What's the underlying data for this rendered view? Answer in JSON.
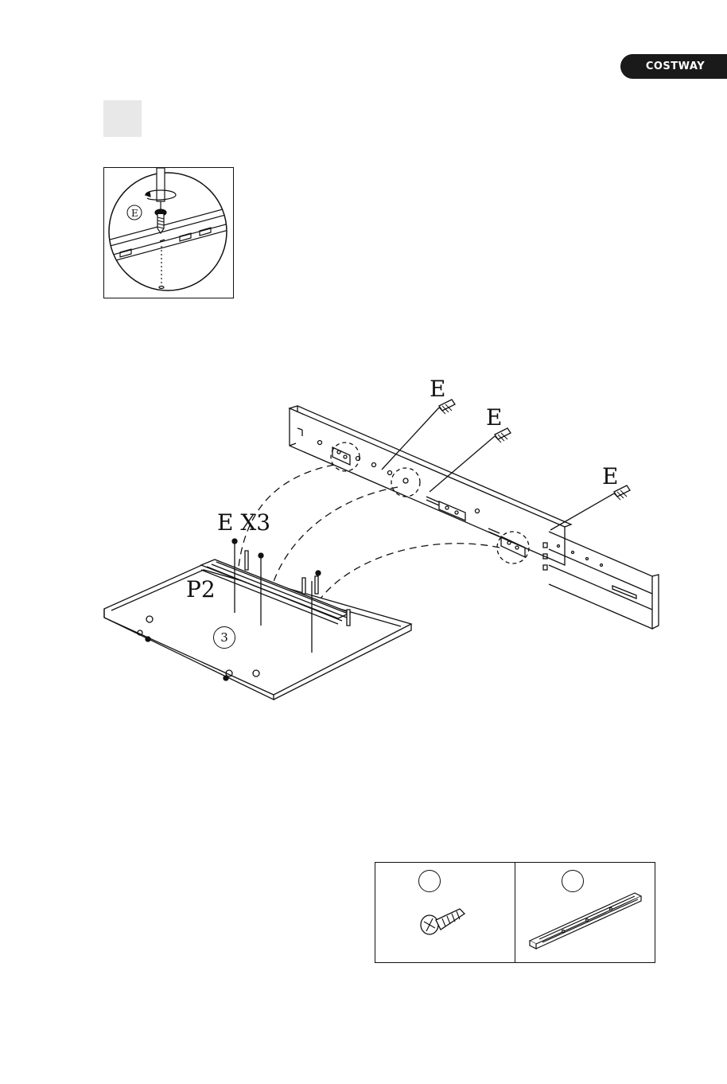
{
  "brand": {
    "logo_text": "COSTWAY"
  },
  "labels": {
    "screw_e_1": "E",
    "screw_e_2": "E",
    "screw_e_3": "E",
    "screw_qty": "E X3",
    "part_p2": "P2",
    "panel_number": "3",
    "detail_screw": "E"
  },
  "colors": {
    "ink": "#111111",
    "brand_bg": "#1a1a1a",
    "step_box": "#e8e8e8"
  }
}
